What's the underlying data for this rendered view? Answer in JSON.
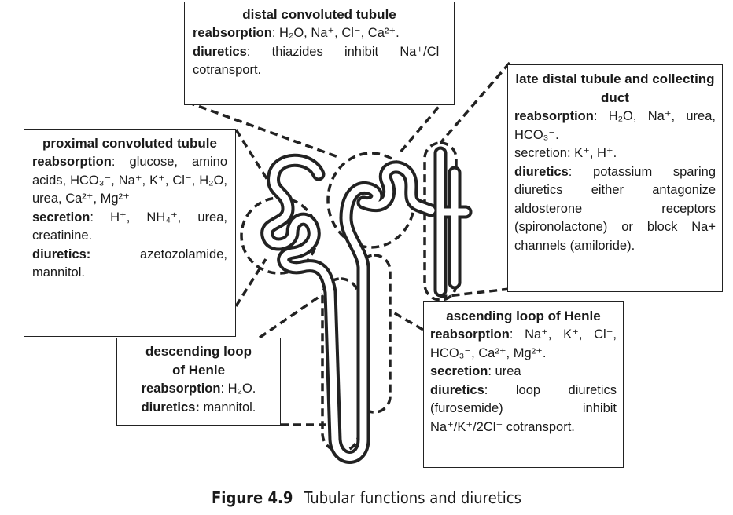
{
  "boxes": {
    "distal": {
      "title": "distal convoluted tubule",
      "reabs_label": "reabsorption",
      "reabs_text": ":  H₂O,  Na⁺,  Cl⁻,  Ca²⁺.",
      "diur_label": "diuretics",
      "diur_text": ": thiazides inhibit Na⁺/Cl⁻ cotransport."
    },
    "late_distal": {
      "title": "late distal tubule and collecting duct",
      "reabs_label": "reabsorption",
      "reabs_text": ": H₂O, Na⁺, urea, HCO₃⁻.",
      "secr_text": "secretion: K⁺, H⁺.",
      "diur_label": "diuretics",
      "diur_text": ": potassium sparing diuretics either antagonize aldosterone receptors (spironolactone) or block Na+ channels (amiloride)."
    },
    "proximal": {
      "title": "proximal convoluted tubule",
      "reabs_label": "reabsorption",
      "reabs_text": ": glucose, amino acids, HCO₃⁻, Na⁺, K⁺, Cl⁻, H₂O, urea, Ca²⁺, Mg²⁺",
      "secr_label": "secretion",
      "secr_text": ": H⁺, NH₄⁺, urea, creatinine.",
      "diur_label": "diuretics:",
      "diur_text": " azetozolamide, mannitol."
    },
    "descending": {
      "title": "descending loop of Henle",
      "reabs_label": "reabsorption",
      "reabs_text": ": H₂O.",
      "diur_label": "diuretics:",
      "diur_text": " mannitol."
    },
    "ascending": {
      "title": "ascending loop of Henle",
      "reabs_label": "reabsorption",
      "reabs_text": ": Na⁺, K⁺, Cl⁻, HCO₃⁻, Ca²⁺, Mg²⁺.",
      "secr_label": "secretion",
      "secr_text": ": urea",
      "diur_label": "diuretics",
      "diur_text": ": loop diuretics (furosemide) inhibit Na⁺/K⁺/2Cl⁻ cotransport."
    }
  },
  "caption": {
    "figure": "Figure 4.9",
    "text": "Tubular functions and diuretics"
  }
}
